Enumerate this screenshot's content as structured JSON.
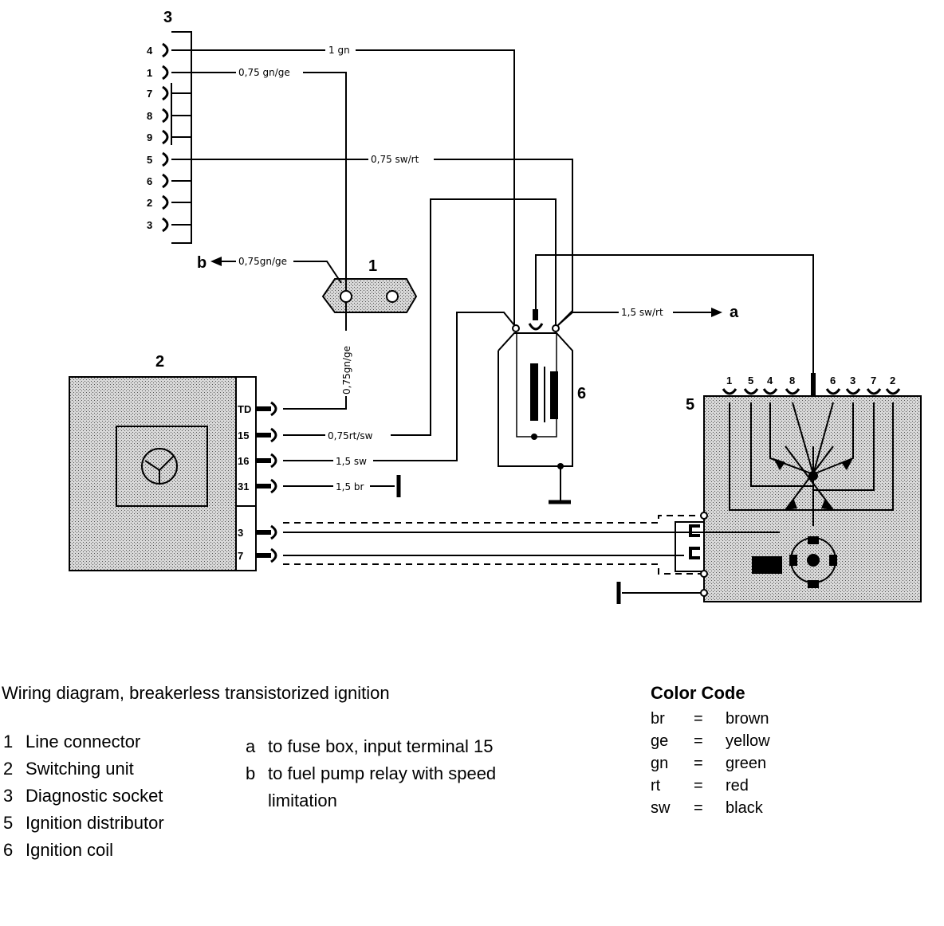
{
  "diagram": {
    "component_numbers": {
      "diag_socket": "3",
      "line_connector": "1",
      "switching_unit": "2",
      "ignition_coil": "6",
      "distributor": "5"
    },
    "socket_pins": [
      "4",
      "1",
      "7",
      "8",
      "9",
      "5",
      "6",
      "2",
      "3"
    ],
    "switching_unit_terminals": [
      "TD",
      "15",
      "16",
      "31",
      "3",
      "7"
    ],
    "distributor_pins": [
      "1",
      "5",
      "4",
      "8",
      "",
      "6",
      "3",
      "7",
      "2"
    ],
    "wire_labels": {
      "w_1gn": "1 gn",
      "w_075gnge": "0,75 gn/ge",
      "w_075swrt": "0,75 sw/rt",
      "w_b_075gnge": "0,75gn/ge",
      "w_vert_075gnge": "0,75gn/ge",
      "w_15swrt": "1,5 sw/rt",
      "w_075rtsw": "0,75rt/sw",
      "w_15sw": "1,5 sw",
      "w_15br": "1,5 br"
    },
    "ends": {
      "a": "a",
      "b": "b"
    }
  },
  "caption": "Wiring diagram, breakerless transistorized ignition",
  "legend": [
    {
      "num": "1",
      "text": "Line connector"
    },
    {
      "num": "2",
      "text": "Switching unit"
    },
    {
      "num": "3",
      "text": "Diagnostic socket"
    },
    {
      "num": "5",
      "text": "Ignition distributor"
    },
    {
      "num": "6",
      "text": "Ignition coil"
    }
  ],
  "notes": [
    {
      "key": "a",
      "text": "to fuse box, input terminal 15"
    },
    {
      "key": "b",
      "text": "to fuel pump relay with speed"
    },
    {
      "key": "",
      "text": "limitation"
    }
  ],
  "color_code": {
    "title": "Color Code",
    "entries": [
      {
        "abbr": "br",
        "eq": "=",
        "name": "brown"
      },
      {
        "abbr": "ge",
        "eq": "=",
        "name": "yellow"
      },
      {
        "abbr": "gn",
        "eq": "=",
        "name": "green"
      },
      {
        "abbr": "rt",
        "eq": "=",
        "name": "red"
      },
      {
        "abbr": "sw",
        "eq": "=",
        "name": "black"
      }
    ]
  }
}
